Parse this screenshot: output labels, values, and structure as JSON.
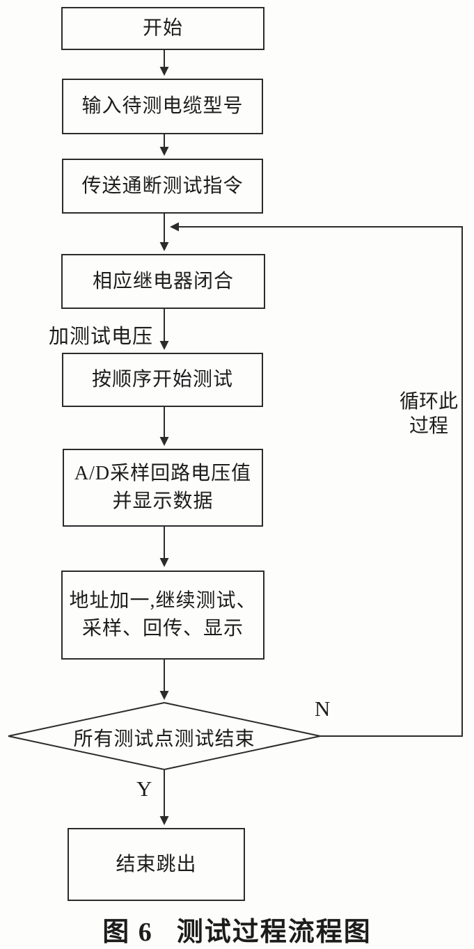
{
  "flowchart": {
    "nodes": {
      "start": {
        "label": "开始"
      },
      "input_model": {
        "label": "输入待测电缆型号"
      },
      "send_command": {
        "label": "传送通断测试指令"
      },
      "relay_close": {
        "label": "相应继电器闭合"
      },
      "begin_test": {
        "label": "按顺序开始测试"
      },
      "ad_sample": {
        "line1": "A/D采样回路电压值",
        "line2": "并显示数据"
      },
      "addr_inc": {
        "line1": "地址加一,继续测试、",
        "line2": "采样、回传、显示"
      },
      "decision": {
        "label": "所有测试点测试结束"
      },
      "finish": {
        "label": "结束跳出"
      }
    },
    "edge_labels": {
      "apply_voltage": "加测试电压",
      "loop_line1": "循环此",
      "loop_line2": "过程",
      "no": "N",
      "yes": "Y"
    },
    "caption": {
      "prefix": "图 6",
      "title": "测试过程流程图"
    },
    "colors": {
      "line": "#2b2b2b",
      "background": "#fdfdfb",
      "text": "#1c1c1c"
    }
  }
}
